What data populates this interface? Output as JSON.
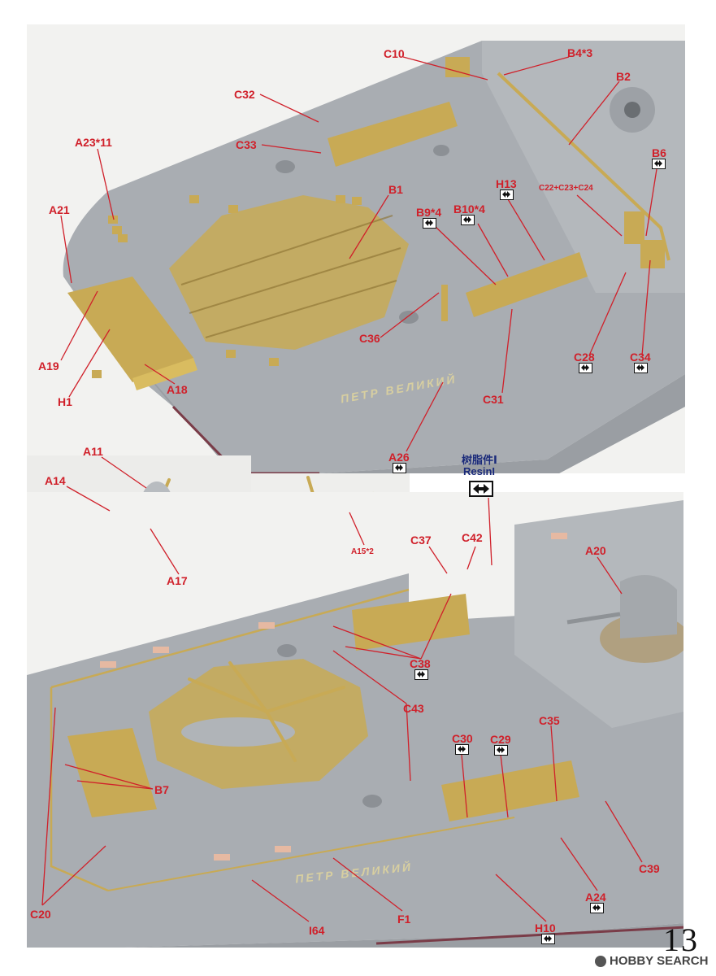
{
  "top_labels": {
    "c10": "C10",
    "b4x3": "B4*3",
    "c32": "C32",
    "b2": "B2",
    "a23x11": "A23*11",
    "c33": "C33",
    "b6": "B6",
    "a21": "A21",
    "h13": "H13",
    "c22_23_24": "C22+C23+C24",
    "b1": "B1",
    "b9x4": "B9*4",
    "b10x4": "B10*4",
    "c36": "C36",
    "a19": "A19",
    "c28": "C28",
    "c34": "C34",
    "a18": "A18",
    "h1": "H1",
    "c31": "C31",
    "a26": "A26"
  },
  "heli_labels": {
    "a11": "A11",
    "a14": "A14",
    "a17": "A17",
    "a15x2": "A15*2"
  },
  "resin": {
    "cn": "树脂件I",
    "en": "ResinI"
  },
  "bottom_labels": {
    "c37": "C37",
    "c42": "C42",
    "a20": "A20",
    "c38": "C38",
    "c43": "C43",
    "c30": "C30",
    "c29": "C29",
    "c35": "C35",
    "b7": "B7",
    "c39": "C39",
    "a24": "A24",
    "c20": "C20",
    "i64": "I64",
    "f1": "F1",
    "h10": "H10"
  },
  "hull_name": "ПЕТР ВЕЛИКИЙ",
  "page_number": "13",
  "watermark": "HOBBY SEARCH",
  "colors": {
    "label": "#d0202a",
    "deck": "#a9adb2",
    "photo_etch": "#c8aa55",
    "resin_text": "#1a2a7a"
  },
  "icons": [
    "flip-arrow-icon"
  ]
}
